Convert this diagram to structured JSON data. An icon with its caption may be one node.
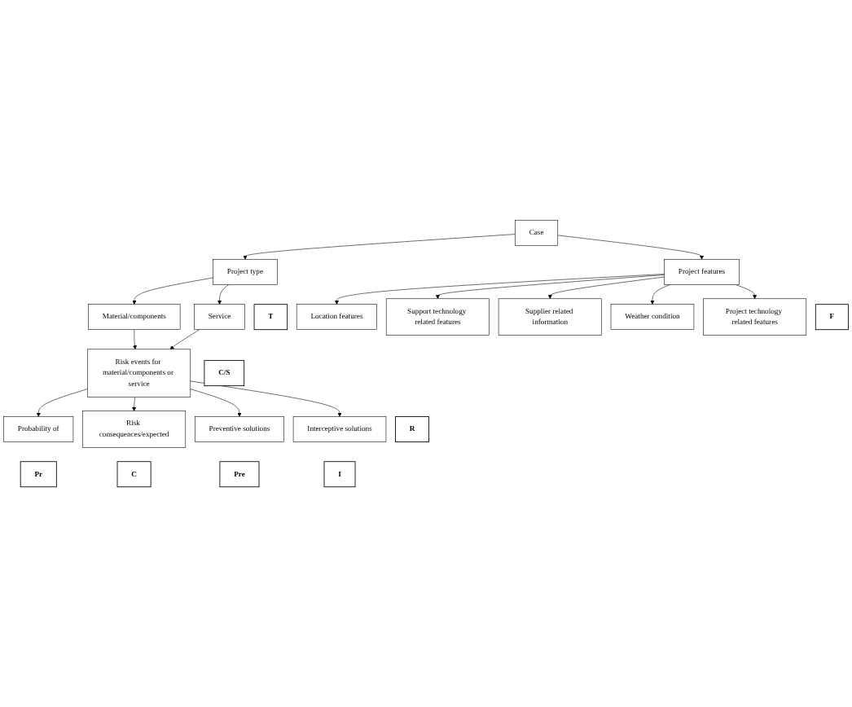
{
  "diagram": {
    "nodes": [
      {
        "text": [
          "Case"
        ]
      },
      {
        "text": [
          "Project type"
        ]
      },
      {
        "text": [
          "T"
        ]
      },
      {
        "text": [
          "Project features"
        ]
      },
      {
        "text": [
          "F"
        ]
      },
      {
        "text": [
          "Material/components"
        ]
      },
      {
        "text": [
          "Service"
        ]
      },
      {
        "text": [
          "C/S"
        ]
      },
      {
        "text": [
          "Risk events for material/components or service"
        ]
      },
      {
        "text": [
          "R"
        ]
      },
      {
        "text": [
          "Location features"
        ]
      },
      {
        "text": [
          "Probability of"
        ]
      },
      {
        "text": [
          "Pr"
        ]
      },
      {
        "text": [
          "Support technology related features"
        ]
      },
      {
        "text": [
          "Risk consequences/expected"
        ]
      },
      {
        "text": [
          "C"
        ]
      },
      {
        "text": [
          "Supplier related information"
        ]
      },
      {
        "text": [
          "Preventive solutions"
        ]
      },
      {
        "text": [
          "Pre"
        ]
      },
      {
        "text": [
          "Weather condition"
        ]
      },
      {
        "text": [
          "Interceptive solutions"
        ]
      },
      {
        "text": [
          "I"
        ]
      },
      {
        "text": [
          "Project technology related features"
        ]
      }
    ],
    "edges": [
      {
        "from": 0,
        "to": 1,
        "arrow": "to"
      },
      {
        "from": 0,
        "to": 3,
        "arrow": "to"
      },
      {
        "from": 1,
        "to": 5,
        "arrow": "to"
      },
      {
        "from": 1,
        "to": 6,
        "arrow": "to"
      },
      {
        "from": 5,
        "to": 8,
        "arrow": "to"
      },
      {
        "from": 6,
        "to": 8,
        "arrow": "to"
      },
      {
        "from": 8,
        "to": 11,
        "arrow": "to"
      },
      {
        "from": 8,
        "to": 14,
        "arrow": "to"
      },
      {
        "from": 8,
        "to": 17,
        "arrow": "to"
      },
      {
        "from": 8,
        "to": 20,
        "arrow": "to"
      },
      {
        "from": 3,
        "to": 10,
        "arrow": "to"
      },
      {
        "from": 3,
        "to": 13,
        "arrow": "to"
      },
      {
        "from": 3,
        "to": 16,
        "arrow": "to"
      },
      {
        "from": 3,
        "to": 19,
        "arrow": "to"
      },
      {
        "from": 3,
        "to": 22,
        "arrow": "to"
      }
    ]
  }
}
